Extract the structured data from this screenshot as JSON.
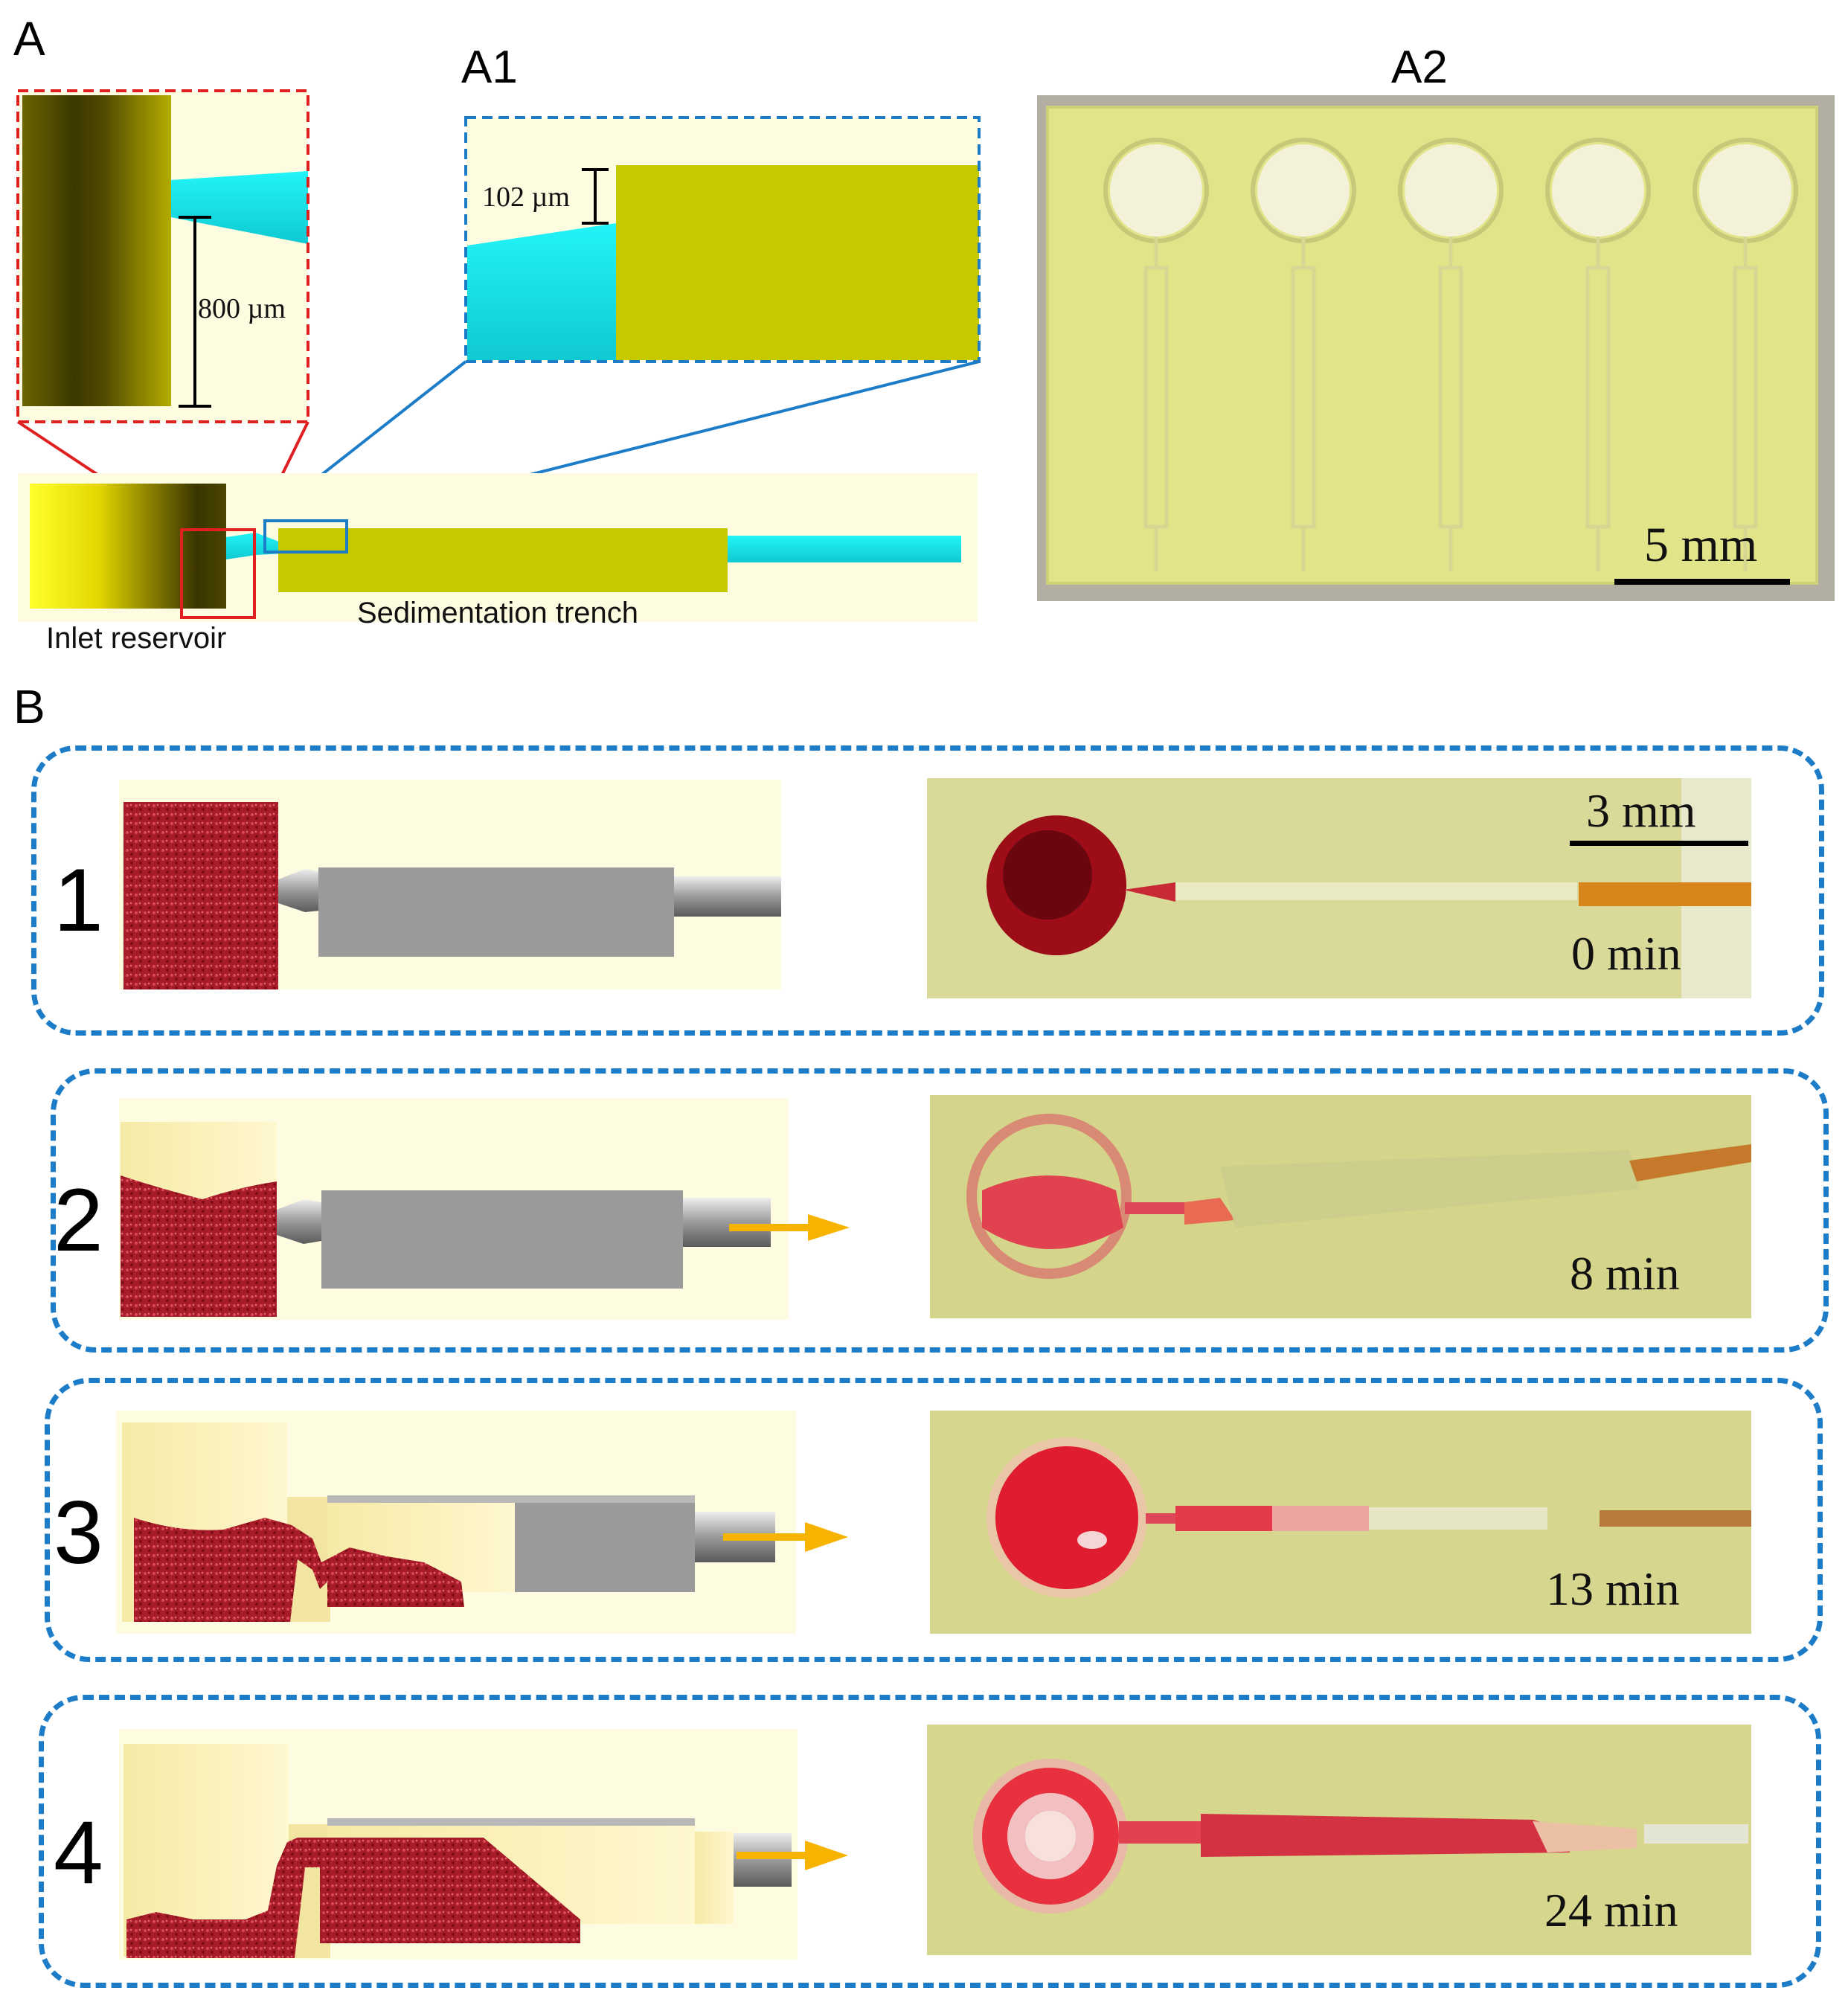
{
  "panel_a": {
    "letter": "A",
    "sub_a1": "A1",
    "sub_a2": "A2",
    "label_800": "800 µm",
    "label_102": "102 µm",
    "label_inlet": "Inlet reservoir",
    "label_trench": "Sedimentation trench",
    "scale_a2": "5 mm"
  },
  "panel_b": {
    "letter": "B",
    "scale_b": "3 mm",
    "rows": [
      {
        "num": "1",
        "time": "0 min"
      },
      {
        "num": "2",
        "time": "8 min"
      },
      {
        "num": "3",
        "time": "13 min"
      },
      {
        "num": "4",
        "time": "24 min"
      }
    ]
  },
  "colors": {
    "dash_blue": "#1c7cc7",
    "dash_red": "#e02020",
    "cyan": "#19e8ef",
    "olive": "#c6c800",
    "chip_yellow": "#e4e68a",
    "blood": "#b0202c",
    "arrow": "#f6b400",
    "cream": "#fdfbe0"
  }
}
